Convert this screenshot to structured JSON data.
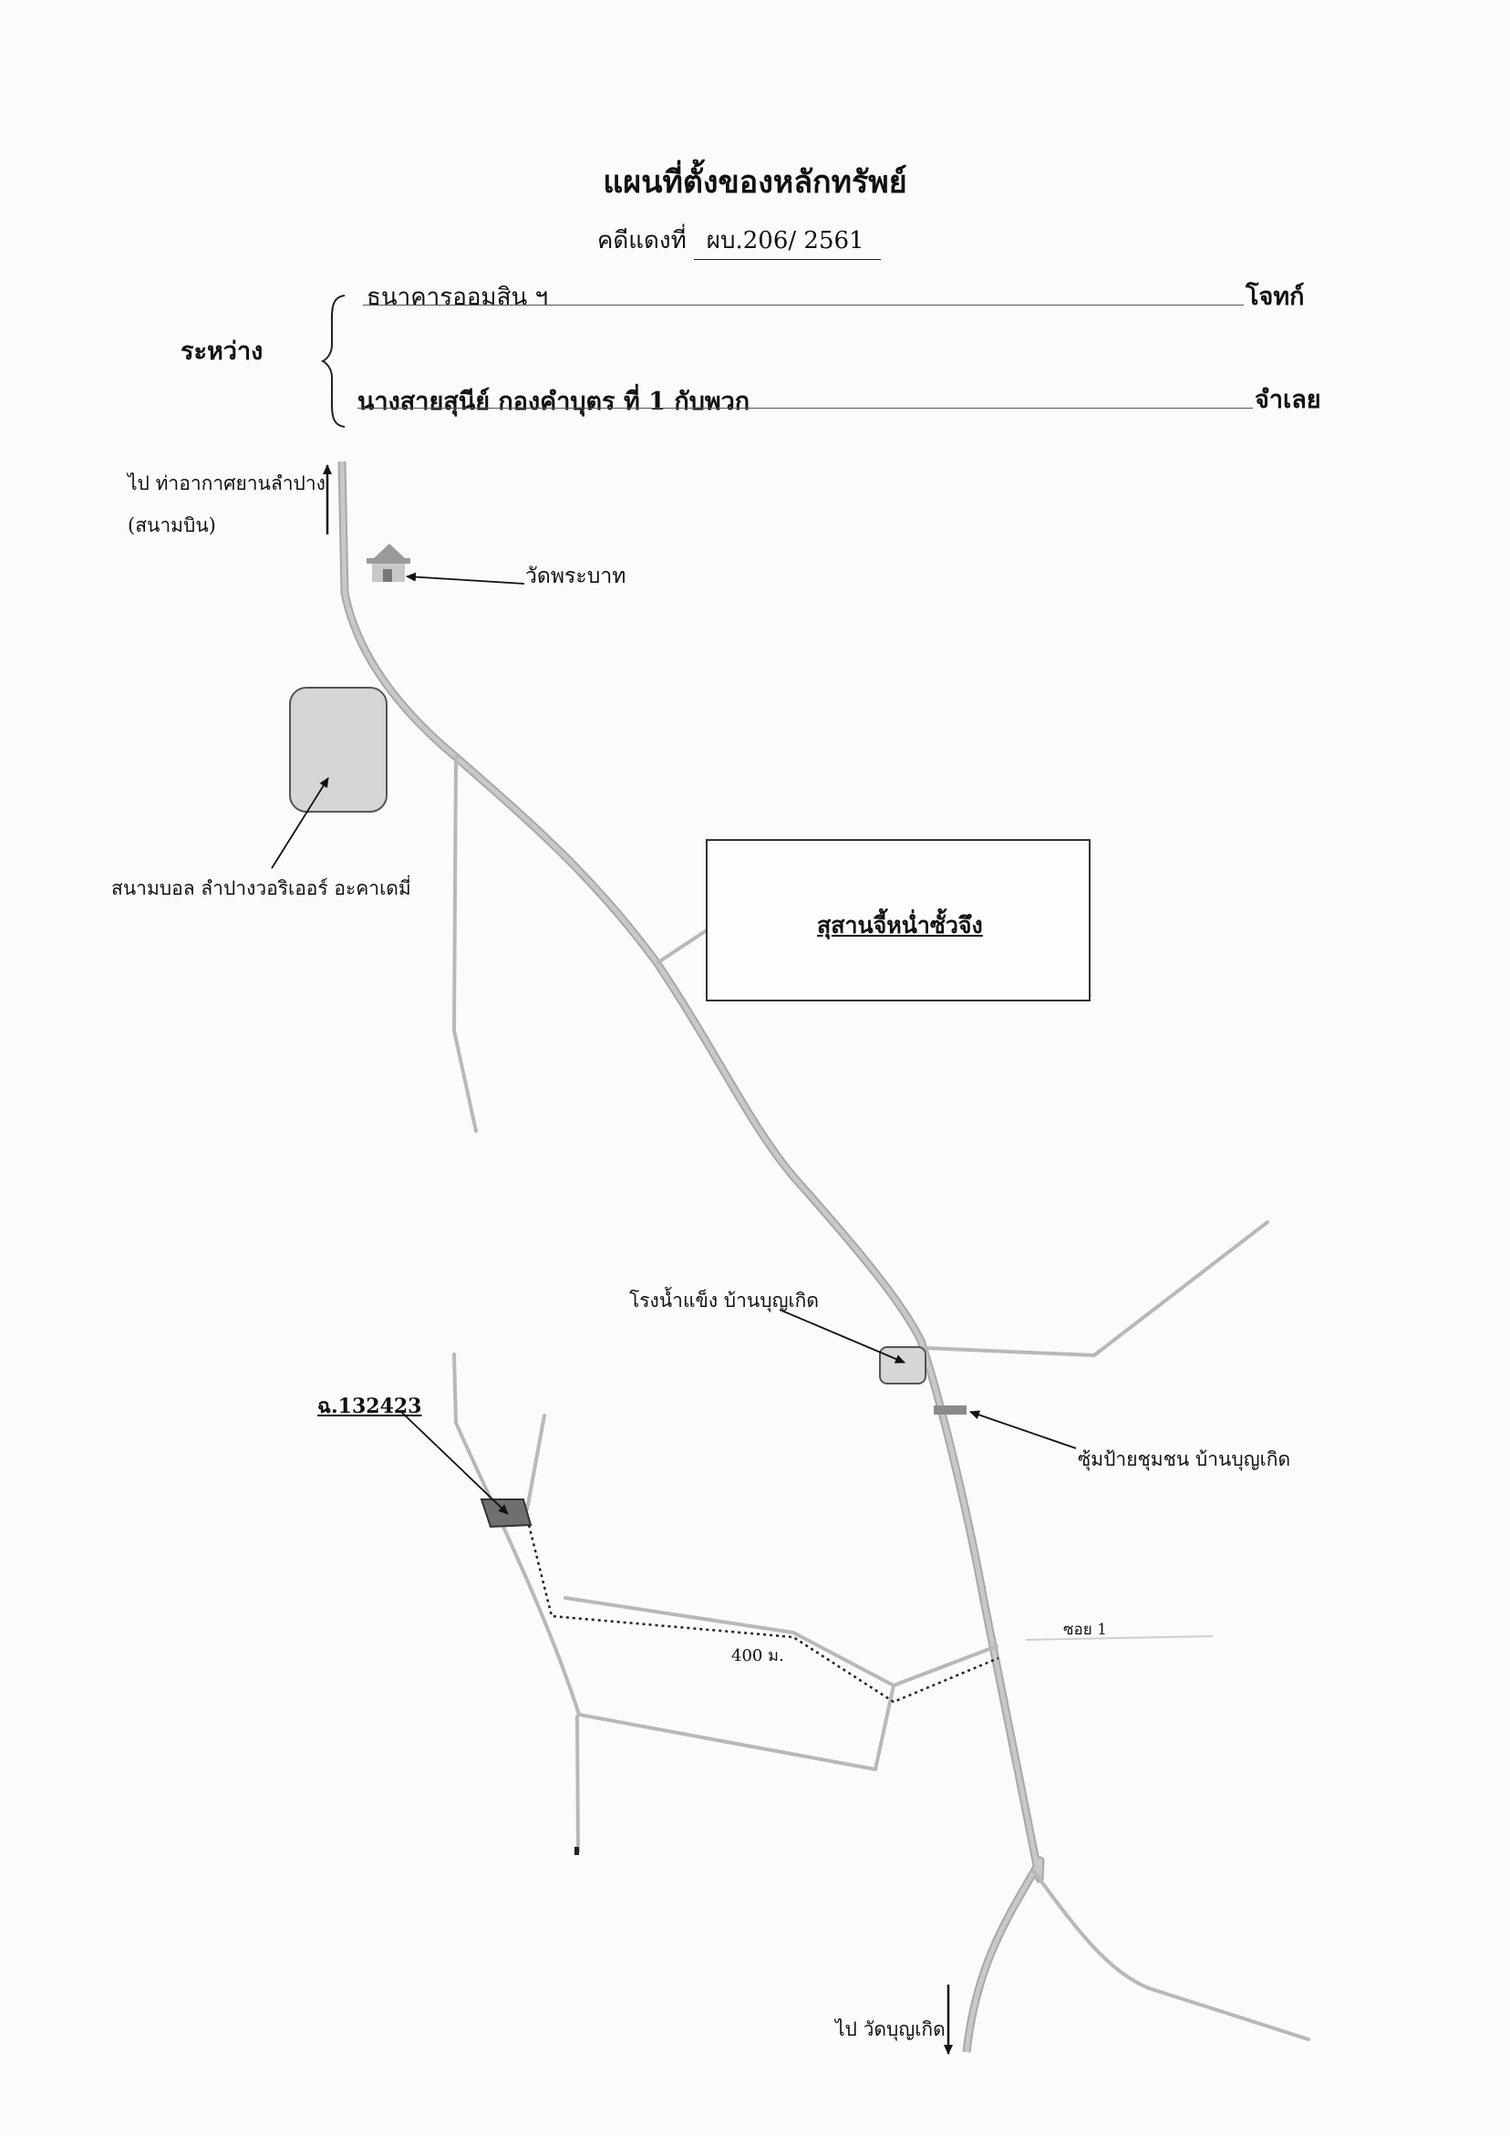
{
  "header": {
    "title": "แผนที่ตั้งของหลักทรัพย์",
    "case_label": "คดีแดงที่",
    "case_number": "ผบ.206/ 2561",
    "between_label": "ระหว่าง",
    "plaintiff": "ธนาคารออมสิน ฯ",
    "plaintiff_role": "โจทก์",
    "defendant": "นางสายสุนีย์  กองคำบุตร   ที่ 1 กับพวก",
    "defendant_role": "จำเลย"
  },
  "map": {
    "north_label_1": "ไป ท่าอากาศยานลำปาง",
    "north_label_2": "(สนามบิน)",
    "temple_label": "วัดพระบาท",
    "stadium_label": "สนามบอล ลำปางวอริเออร์ อะคาเดมี่",
    "cemetery_label": "สุสานจี้หน่ำซั้วจึง",
    "ice_factory_label": "โรงน้ำแข็ง บ้านบุญเกิด",
    "deed_label": "ฉ.132423",
    "community_sign_label": "ซุ้มป้ายชุมชน บ้านบุญเกิด",
    "distance_label": "400 ม.",
    "soi_label": "ซอย 1",
    "south_label": "ไป วัดบุญเกิด"
  },
  "colors": {
    "road": "#b9b9b9",
    "road_edge": "#8e8e8e",
    "area_fill": "#d4d4d4",
    "property_fill": "#6f6f6f"
  }
}
